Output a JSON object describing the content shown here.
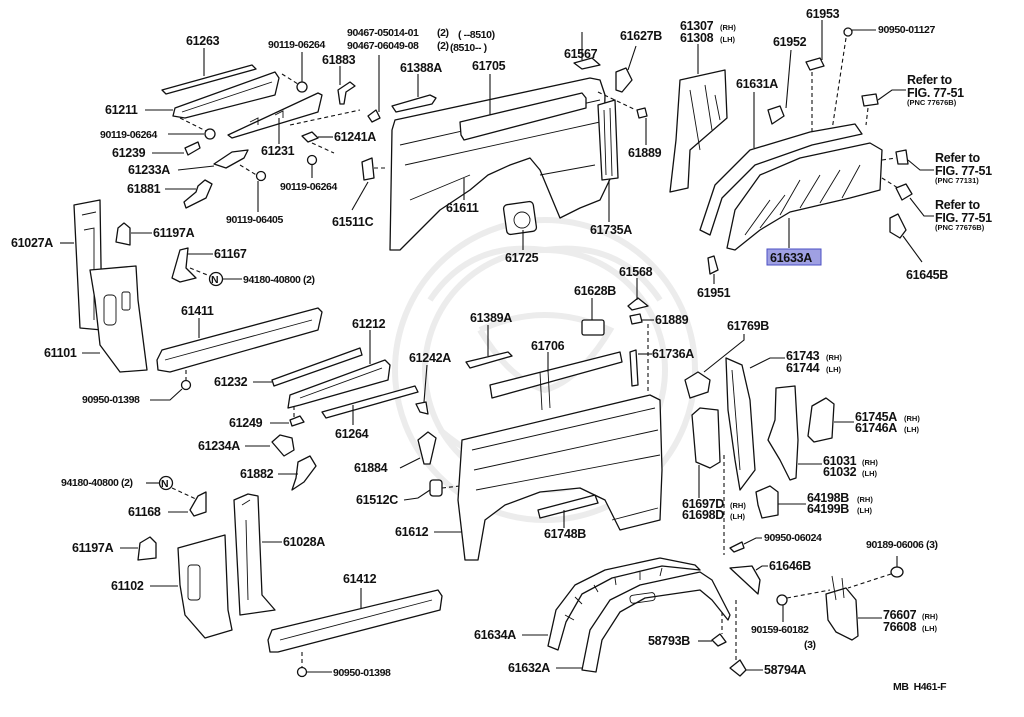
{
  "diagram": {
    "figure_code": "MB  H461-F",
    "highlighted_part": "61633A",
    "highlight_color": "#9fa0e2",
    "highlight_border": "#4b4fc4",
    "parts": {
      "p61263": "61263",
      "p90119_06264_a": "90119-06264",
      "p90467_1": "90467-05014-01",
      "p90467_1_qty": "(2)",
      "p90467_1_range": "(        --8510)",
      "p90467_2": "90467-06049-08",
      "p90467_2_qty": "(2)",
      "p90467_2_range": "(8510--        )",
      "p61567": "61567",
      "p61627B": "61627B",
      "p61307": "61307",
      "p61307_side": "(RH)",
      "p61308": "61308",
      "p61308_side": "(LH)",
      "p61953": "61953",
      "p90950_01127": "90950-01127",
      "p61883": "61883",
      "p61388A": "61388A",
      "p61705": "61705",
      "p61952": "61952",
      "p61631A": "61631A",
      "p61211": "61211",
      "p90119_06264_b": "90119-06264",
      "p61241A": "61241A",
      "p61239": "61239",
      "p61231": "61231",
      "p61233A": "61233A",
      "p90119_06264_c": "90119-06264",
      "p61881": "61881",
      "p90119_06405": "90119-06405",
      "p61511C": "61511C",
      "p61611": "61611",
      "p61889_a": "61889",
      "p61735A": "61735A",
      "p61027A": "61027A",
      "p61197A_a": "61197A",
      "p61167": "61167",
      "p94180_40800_a": "94180-40800 (2)",
      "p61725": "61725",
      "p61633A": "61633A",
      "p61645B": "61645B",
      "p61951": "61951",
      "p61568": "61568",
      "p61628B": "61628B",
      "p61411": "61411",
      "p61212": "61212",
      "p61389A": "61389A",
      "p61889_b": "61889",
      "p61769B": "61769B",
      "p61101": "61101",
      "p61706": "61706",
      "p61736A": "61736A",
      "p61242A": "61242A",
      "p61232": "61232",
      "p61743": "61743",
      "p61743_side": "(RH)",
      "p61744": "61744",
      "p61744_side": "(LH)",
      "p90950_01398_a": "90950-01398",
      "p61249": "61249",
      "p61264": "61264",
      "p61745A": "61745A",
      "p61745A_side": "(RH)",
      "p61746A": "61746A",
      "p61746A_side": "(LH)",
      "p61234A": "61234A",
      "p61884": "61884",
      "p61031": "61031",
      "p61031_side": "(RH)",
      "p61032": "61032",
      "p61032_side": "(LH)",
      "p61882": "61882",
      "p94180_40800_b": "94180-40800 (2)",
      "p61512C": "61512C",
      "p61697D": "61697D",
      "p61697D_side": "(RH)",
      "p61698D": "61698D",
      "p61698D_side": "(LH)",
      "p64198B": "64198B",
      "p64198B_side": "(RH)",
      "p64199B": "64199B",
      "p64199B_side": "(LH)",
      "p61168": "61168",
      "p61612": "61612",
      "p61748B": "61748B",
      "p90950_06024": "90950-06024",
      "p61197A_b": "61197A",
      "p61028A": "61028A",
      "p90189_06006": "90189-06006 (3)",
      "p61102": "61102",
      "p61646B": "61646B",
      "p61412": "61412",
      "p76607": "76607",
      "p76607_side": "(RH)",
      "p76608": "76608",
      "p76608_side": "(LH)",
      "p90159_60182": "90159-60182",
      "p90159_60182_qty": "(3)",
      "p61634A": "61634A",
      "p58793B": "58793B",
      "p61632A": "61632A",
      "p58794A": "58794A",
      "p90950_01398_b": "90950-01398"
    },
    "references": [
      {
        "line1": "Refer to",
        "line2": "FIG. 77-51",
        "pnc": "(PNC 77676B)"
      },
      {
        "line1": "Refer to",
        "line2": "FIG. 77-51",
        "pnc": "(PNC 77131)"
      },
      {
        "line1": "Refer to",
        "line2": "FIG. 77-51",
        "pnc": "(PNC 77676B)"
      }
    ]
  }
}
